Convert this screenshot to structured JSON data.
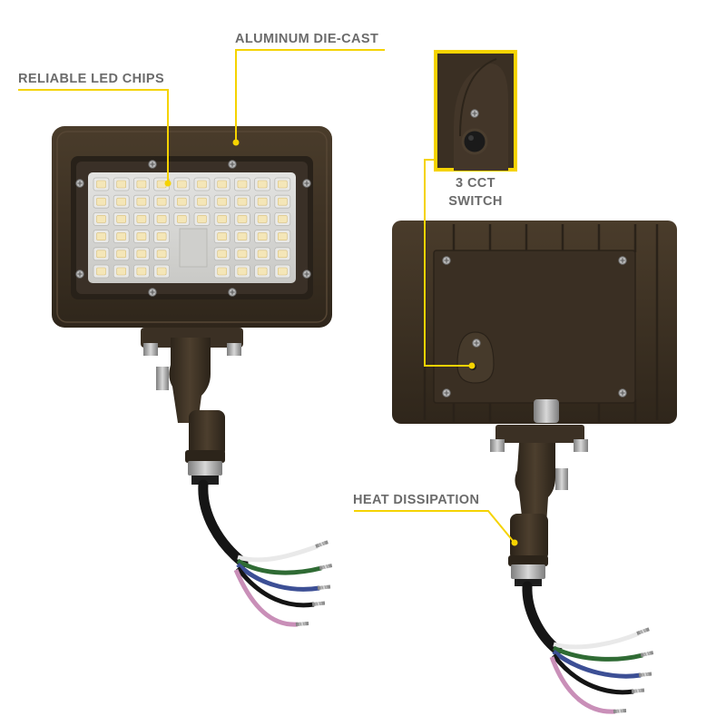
{
  "callouts": {
    "aluminum": "ALUMINUM DIE-CAST",
    "led_chips": "RELIABLE LED CHIPS",
    "cct_line1": "3 CCT",
    "cct_line2": "SWITCH",
    "heat": "HEAT DISSIPATION"
  },
  "colors": {
    "housing": "#3d3224",
    "housing_dark": "#2a2219",
    "leader": "#f5d300",
    "label_text": "#6b6b6b",
    "led_panel": "#d8d8d6",
    "led_chip": "#f4e6b8",
    "wire_white": "#eeeeee",
    "wire_green": "#2f6b34",
    "wire_blue": "#3c4f95",
    "wire_black": "#141414",
    "wire_pink": "#c98fb8"
  }
}
